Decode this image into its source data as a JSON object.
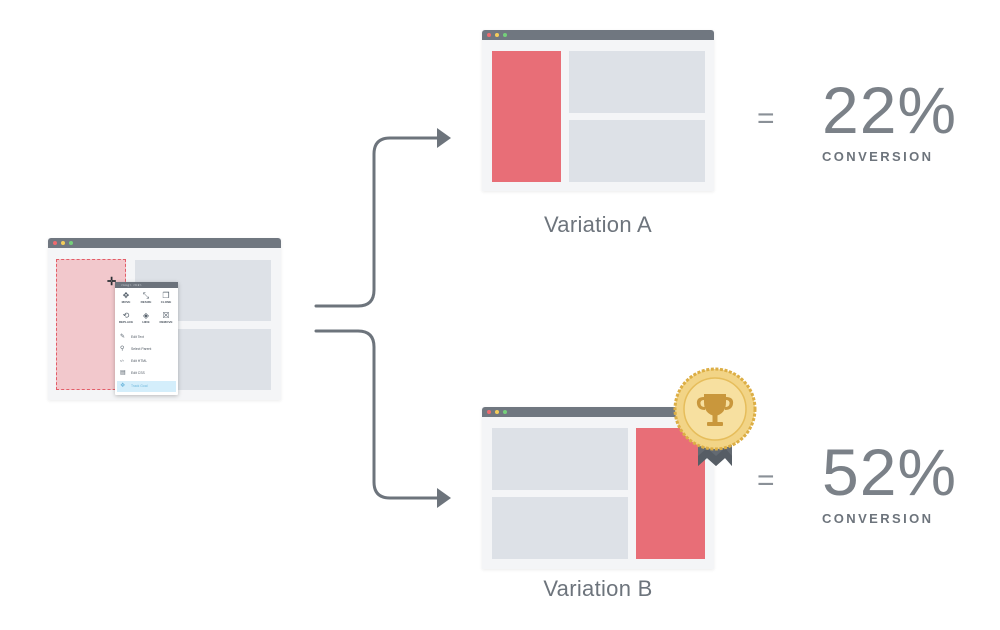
{
  "editor": {
    "menu_title": "<img> <h2>",
    "tools": [
      {
        "label": "MOVE",
        "icon": "move-icon",
        "glyph": "✥"
      },
      {
        "label": "RESIZE",
        "icon": "resize-icon",
        "glyph": "⤡"
      },
      {
        "label": "CLONE",
        "icon": "clone-icon",
        "glyph": "❐"
      },
      {
        "label": "REPLACE",
        "icon": "replace-icon",
        "glyph": "⟲"
      },
      {
        "label": "HIDE",
        "icon": "hide-icon",
        "glyph": "◈"
      },
      {
        "label": "REMOVE",
        "icon": "remove-icon",
        "glyph": "☒"
      }
    ],
    "actions": [
      {
        "label": "Edit Text",
        "icon": "pencil-icon",
        "glyph": "✎"
      },
      {
        "label": "Select Parent",
        "icon": "parent-icon",
        "glyph": "⚲"
      },
      {
        "label": "Edit HTML",
        "icon": "code-icon",
        "glyph": "‹/›"
      },
      {
        "label": "Edit CSS",
        "icon": "css-icon",
        "glyph": "▤"
      },
      {
        "label": "Track Goal",
        "icon": "goal-icon",
        "glyph": "❖"
      }
    ]
  },
  "variations": [
    {
      "label": "Variation A",
      "equals": "=",
      "percent": "22%",
      "metric": "CONVERSION",
      "conversion_rate": 22,
      "winner": false
    },
    {
      "label": "Variation B",
      "equals": "=",
      "percent": "52%",
      "metric": "CONVERSION",
      "conversion_rate": 52,
      "winner": true
    }
  ],
  "colors": {
    "accent_red": "#e86e77",
    "titlebar": "#707780",
    "placeholder": "#dde1e7",
    "arrow": "#6d747c",
    "medal_gold": "#e3b44c",
    "ribbon": "#636a72"
  },
  "icons": {
    "winner_badge": "trophy-medal-icon",
    "cursor": "move-cursor-icon"
  }
}
